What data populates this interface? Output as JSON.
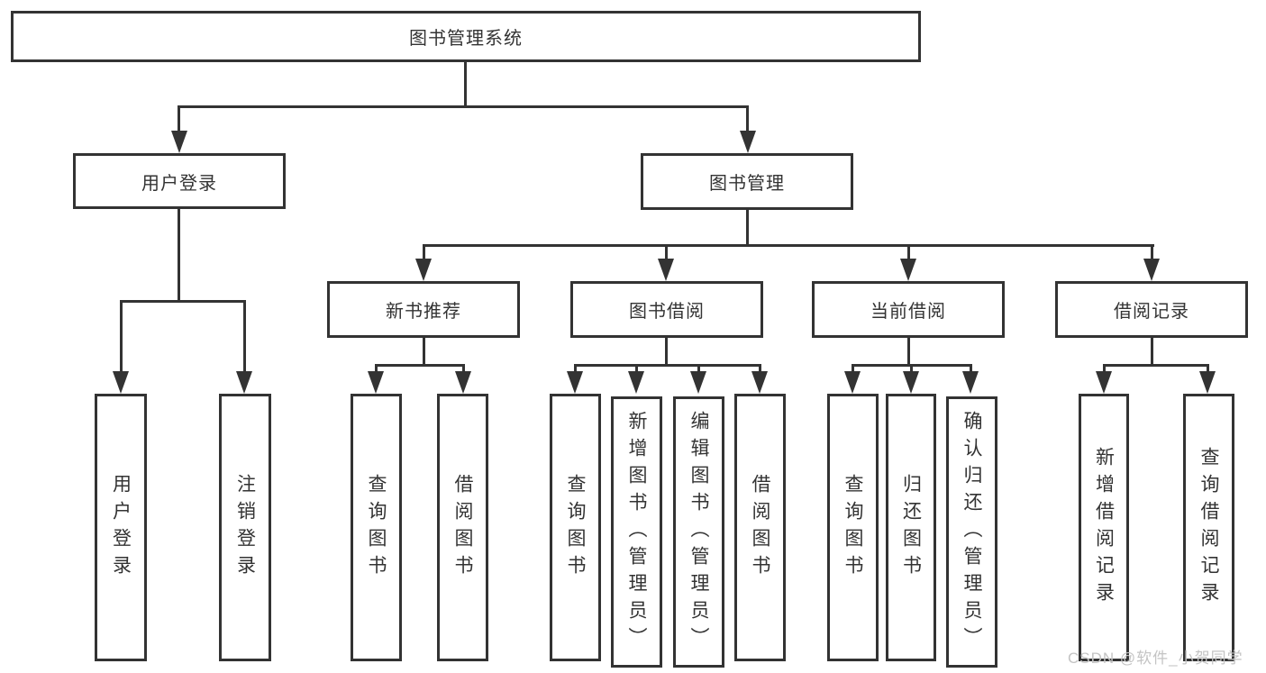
{
  "tree": {
    "root": "图书管理系统",
    "children": [
      {
        "label": "用户登录",
        "children": [
          "用户登录",
          "注销登录"
        ]
      },
      {
        "label": "图书管理",
        "children": [
          {
            "label": "新书推荐",
            "children": [
              "查询图书",
              "借阅图书"
            ]
          },
          {
            "label": "图书借阅",
            "children": [
              "查询图书",
              "新增图书（管理员）",
              "编辑图书（管理员）",
              "借阅图书"
            ]
          },
          {
            "label": "当前借阅",
            "children": [
              "查询图书",
              "归还图书",
              "确认归还（管理员）"
            ]
          },
          {
            "label": "借阅记录",
            "children": [
              "新增借阅记录",
              "查询借阅记录"
            ]
          }
        ]
      }
    ]
  },
  "watermark": "CSDN @软件_小贺同学",
  "colors": {
    "line": "#333333",
    "text": "#333333",
    "watermark": "#c4c4c4",
    "background": "#ffffff"
  }
}
